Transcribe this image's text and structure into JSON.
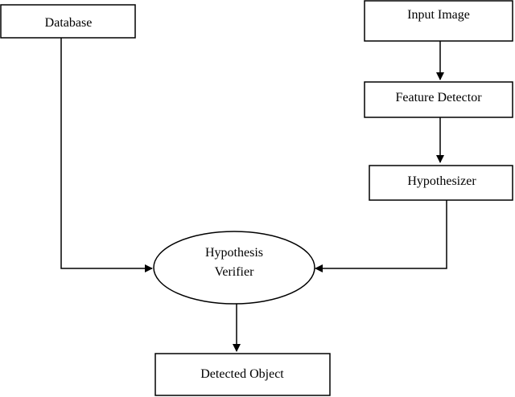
{
  "nodes": {
    "database": "Database",
    "input_image": "Input Image",
    "feature_detector": "Feature Detector",
    "hypothesizer": "Hypothesizer",
    "verifier_line1": "Hypothesis",
    "verifier_line2": "Verifier",
    "detected_object": "Detected Object"
  },
  "edges": [
    {
      "from": "input_image",
      "to": "feature_detector"
    },
    {
      "from": "feature_detector",
      "to": "hypothesizer"
    },
    {
      "from": "hypothesizer",
      "to": "hypothesis_verifier"
    },
    {
      "from": "database",
      "to": "hypothesis_verifier"
    },
    {
      "from": "hypothesis_verifier",
      "to": "detected_object"
    }
  ]
}
